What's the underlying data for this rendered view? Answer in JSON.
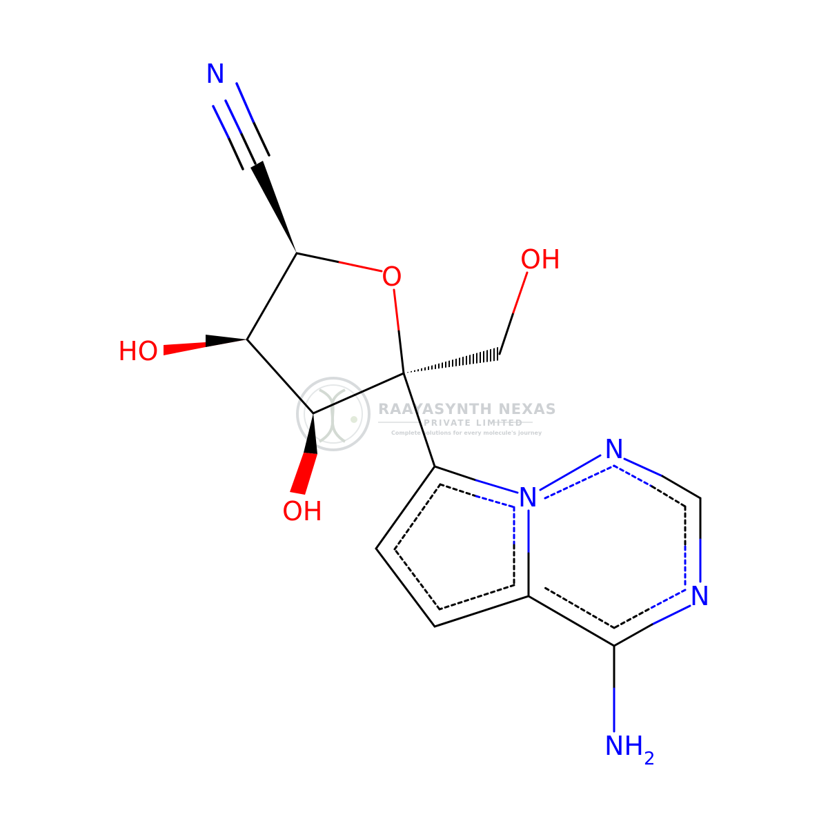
{
  "colors": {
    "carbon": "#000000",
    "nitrogen": "#0000ff",
    "oxygen": "#ff0000",
    "watermark": "#c9cdd0"
  },
  "atoms": {
    "nitrile_n": "N",
    "ring_o": "O",
    "ch2_oh": "OH",
    "c3_oh": "HO",
    "c4_oh": "OH",
    "bridge_n": "N",
    "triazine_n1": "N",
    "triazine_n3": "N",
    "amine_n": "NH",
    "amine_sub": "2"
  },
  "watermark": {
    "title": "RAAYASYNTH NEXAS",
    "subtitle": "PRIVATE LIMITED",
    "tagline": "Complete solutions for every molecule's journey",
    "icon": "dna-helix-icon"
  }
}
